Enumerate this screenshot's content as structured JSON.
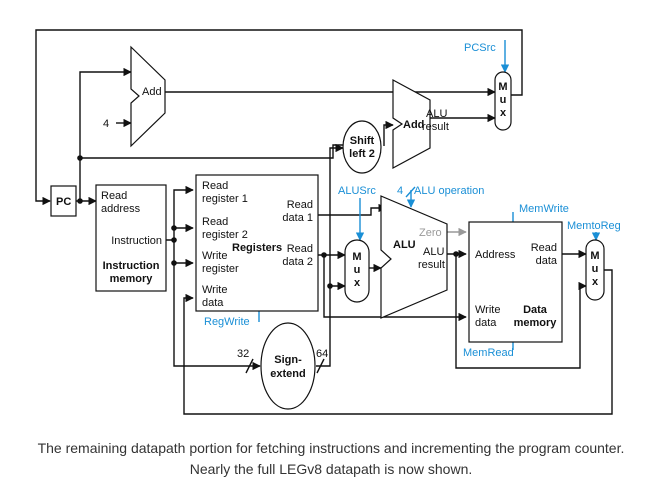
{
  "labels": {
    "pc": "PC",
    "add_top": "Add",
    "four_pc": "4",
    "alu_add_l1": "Add",
    "alu_add_r1": "ALU",
    "alu_add_r2": "result",
    "shift_l1": "Shift",
    "shift_l2": "left 2",
    "pcsrc": "PCSrc",
    "mux1_m": "M",
    "mux1_u": "u",
    "mux1_x": "x",
    "im_read": "Read",
    "im_address": "address",
    "im_instruction": "Instruction",
    "im_name1": "Instruction",
    "im_name2": "memory",
    "reg_read1a": "Read",
    "reg_read1b": "register 1",
    "reg_read2a": "Read",
    "reg_read2b": "register 2",
    "reg_writea": "Write",
    "reg_writeb": "register",
    "reg_wdataa": "Write",
    "reg_wdatab": "data",
    "reg_name": "Registers",
    "reg_rd1a": "Read",
    "reg_rd1b": "data 1",
    "reg_rd2a": "Read",
    "reg_rd2b": "data 2",
    "regwrite": "RegWrite",
    "alusrc": "ALUSrc",
    "four_alu": "4",
    "aluop": "ALU operation",
    "mux2_m": "M",
    "mux2_u": "u",
    "mux2_x": "x",
    "alu_name": "ALU",
    "alu_zero": "Zero",
    "alu_r1": "ALU",
    "alu_r2": "result",
    "memwrite": "MemWrite",
    "dm_address": "Address",
    "dm_read1": "Read",
    "dm_read2": "data",
    "dm_write1": "Write",
    "dm_write2": "data",
    "dm_name1": "Data",
    "dm_name2": "memory",
    "memread": "MemRead",
    "memtoreg": "MemtoReg",
    "mux3_m": "M",
    "mux3_u": "u",
    "mux3_x": "x",
    "signext1": "Sign-",
    "signext2": "extend",
    "w32": "32",
    "w64": "64"
  },
  "colors": {
    "control": "#1a8fd6",
    "wire": "#111111",
    "zero": "#999999"
  },
  "caption": "The remaining datapath portion for fetching instructions and incrementing the program counter. Nearly the full LEGv8 datapath is now shown."
}
